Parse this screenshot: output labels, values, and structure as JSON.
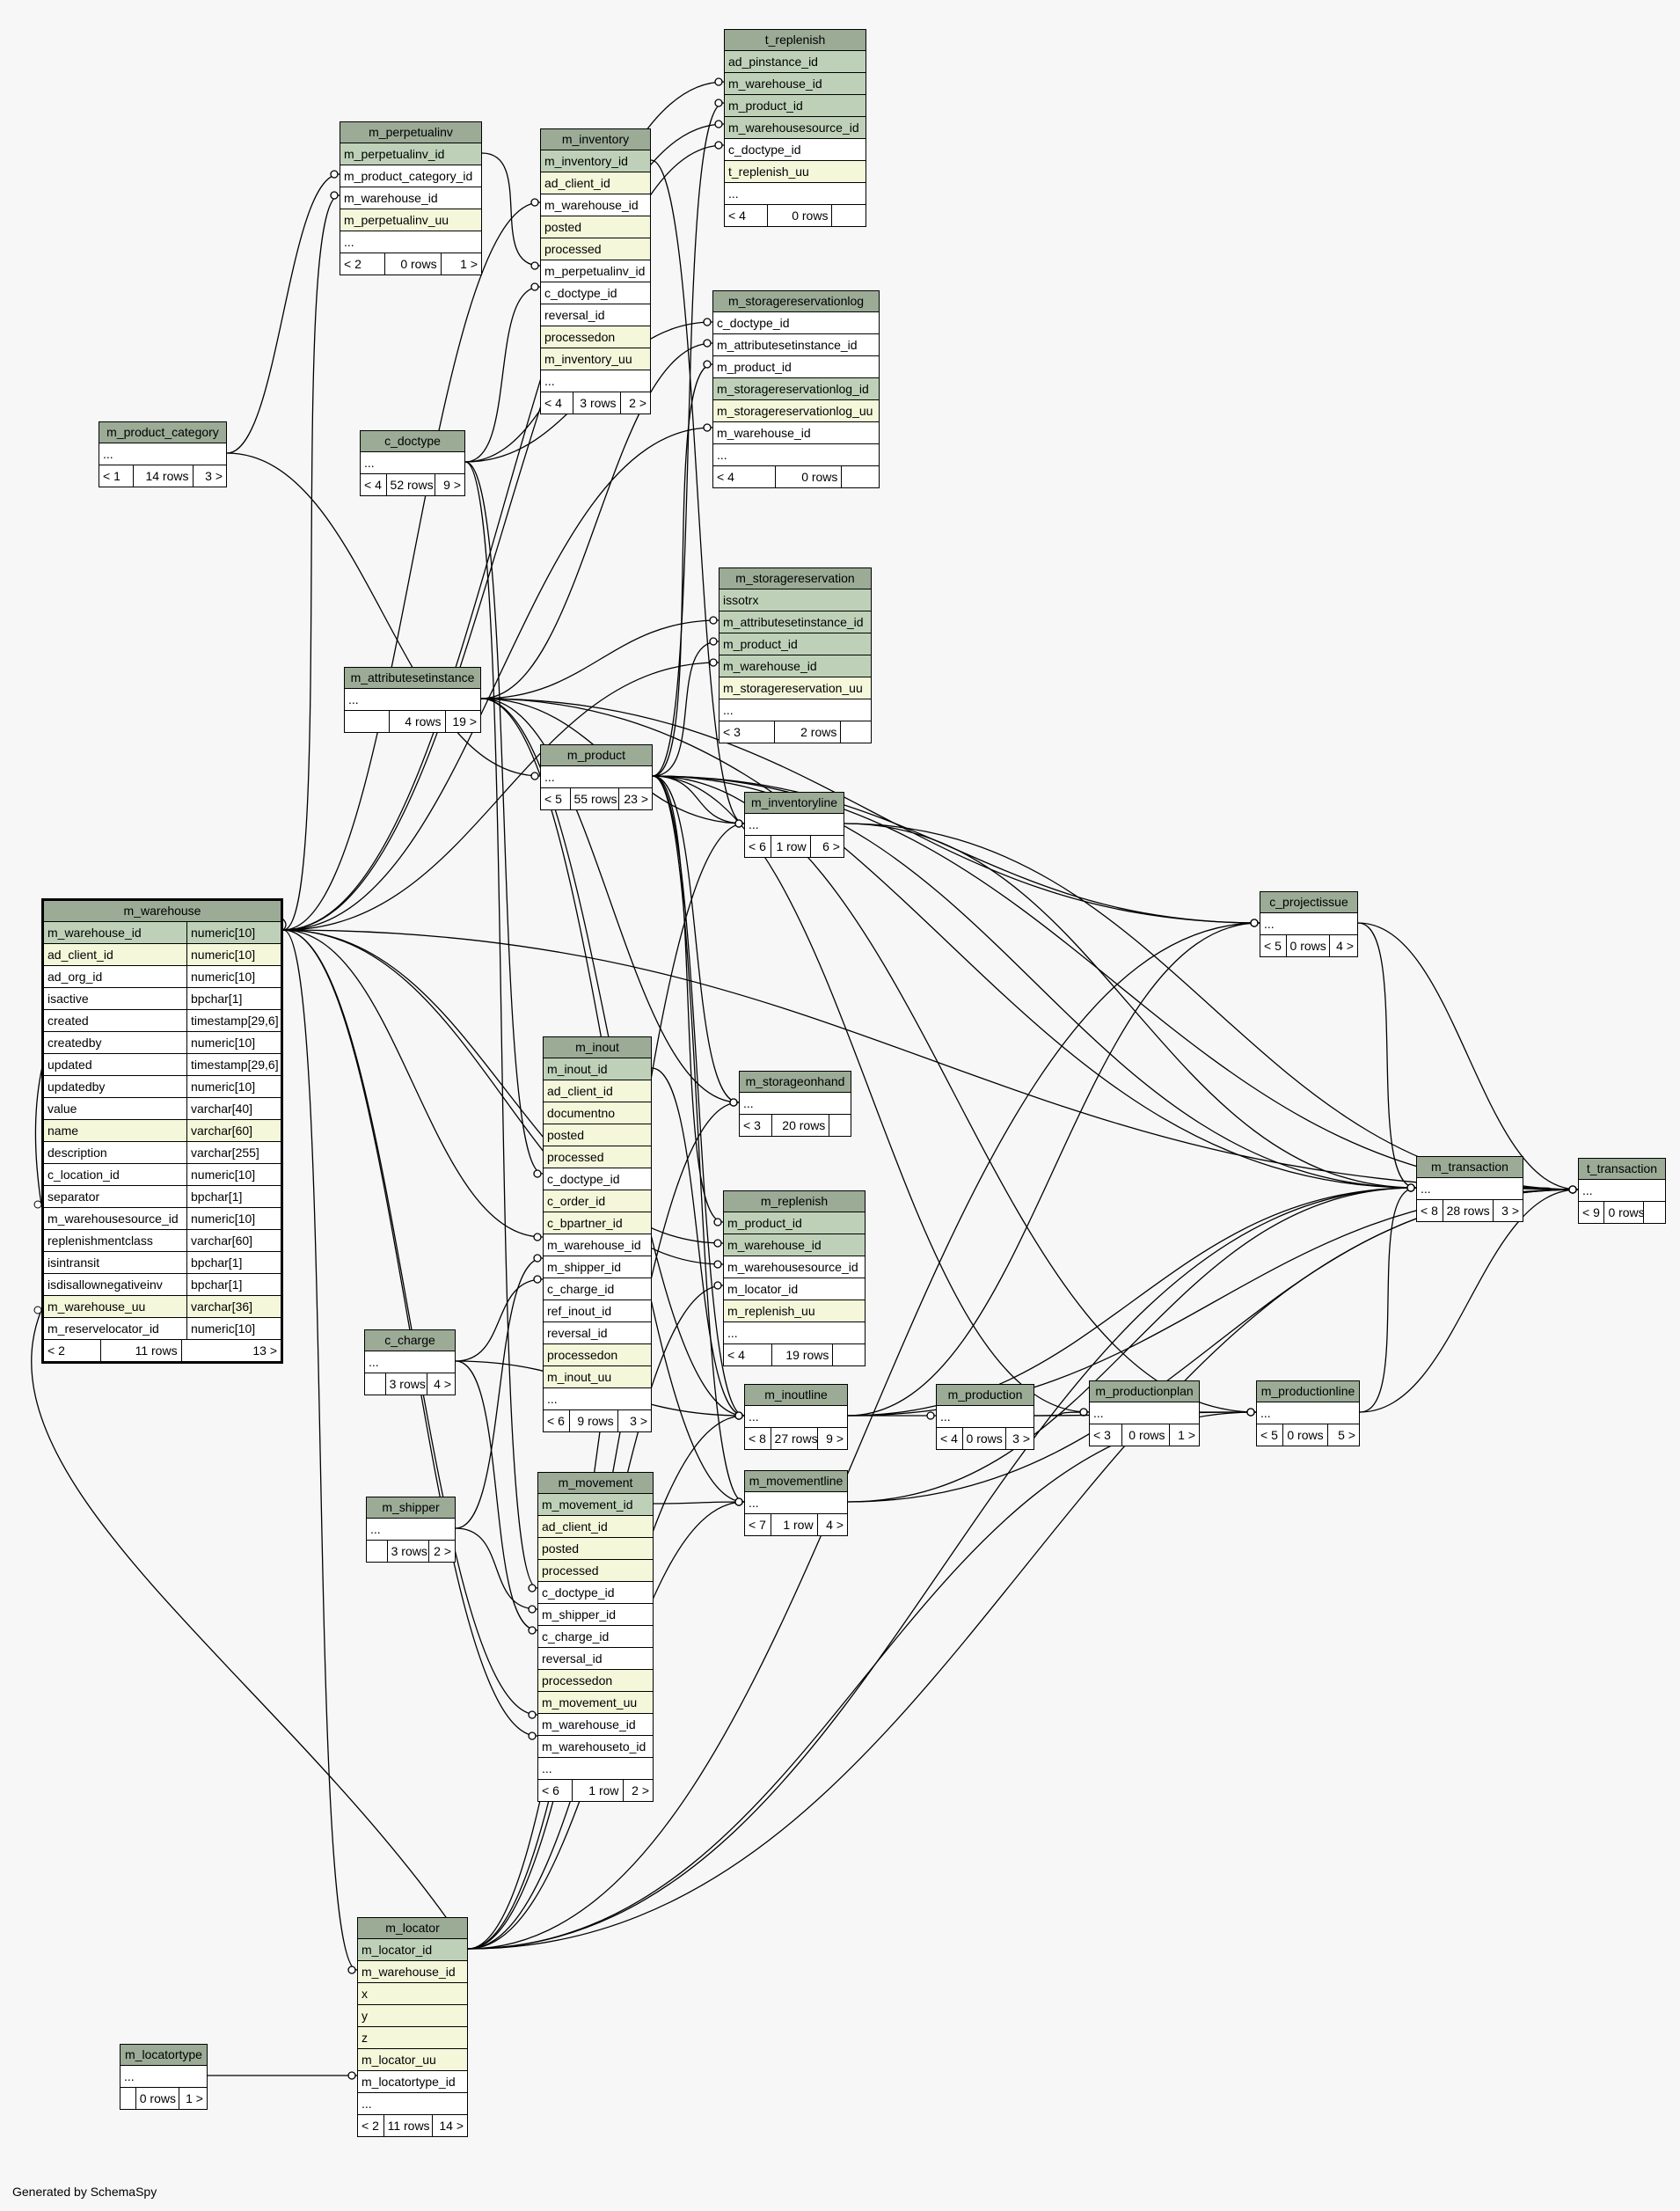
{
  "footer": "Generated by SchemaSpy",
  "colors": {
    "header": "#9bab96",
    "primary_key": "#bed1b8",
    "foreign_key": "#f4f7da",
    "background": "#f7f7f7"
  },
  "tables": {
    "t_replenish": {
      "name": "t_replenish",
      "columns": [
        "ad_pinstance_id",
        "m_warehouse_id",
        "m_product_id",
        "m_warehousesource_id",
        "c_doctype_id",
        "t_replenish_uu",
        "..."
      ],
      "footer": [
        "< 4",
        "0 rows",
        ""
      ]
    },
    "m_perpetualinv": {
      "name": "m_perpetualinv",
      "columns": [
        "m_perpetualinv_id",
        "m_product_category_id",
        "m_warehouse_id",
        "m_perpetualinv_uu",
        "..."
      ],
      "footer": [
        "< 2",
        "0 rows",
        "1 >"
      ]
    },
    "m_inventory": {
      "name": "m_inventory",
      "columns": [
        "m_inventory_id",
        "ad_client_id",
        "m_warehouse_id",
        "posted",
        "processed",
        "m_perpetualinv_id",
        "c_doctype_id",
        "reversal_id",
        "processedon",
        "m_inventory_uu",
        "..."
      ],
      "footer": [
        "< 4",
        "3 rows",
        "2 >"
      ]
    },
    "m_storagereservationlog": {
      "name": "m_storagereservationlog",
      "columns": [
        "c_doctype_id",
        "m_attributesetinstance_id",
        "m_product_id",
        "m_storagereservationlog_id",
        "m_storagereservationlog_uu",
        "m_warehouse_id",
        "..."
      ],
      "footer": [
        "< 4",
        "0 rows",
        ""
      ]
    },
    "m_product_category": {
      "name": "m_product_category",
      "columns": [
        "..."
      ],
      "footer": [
        "< 1",
        "14 rows",
        "3 >"
      ]
    },
    "c_doctype": {
      "name": "c_doctype",
      "columns": [
        "..."
      ],
      "footer": [
        "< 4",
        "52 rows",
        "9 >"
      ]
    },
    "m_storagereservation": {
      "name": "m_storagereservation",
      "columns": [
        "issotrx",
        "m_attributesetinstance_id",
        "m_product_id",
        "m_warehouse_id",
        "m_storagereservation_uu",
        "..."
      ],
      "footer": [
        "< 3",
        "2 rows",
        ""
      ]
    },
    "m_attributesetinstance": {
      "name": "m_attributesetinstance",
      "columns": [
        "..."
      ],
      "footer": [
        "",
        "4 rows",
        "19 >"
      ]
    },
    "m_product": {
      "name": "m_product",
      "columns": [
        "..."
      ],
      "footer": [
        "< 5",
        "55 rows",
        "23 >"
      ]
    },
    "m_inventoryline": {
      "name": "m_inventoryline",
      "columns": [
        "..."
      ],
      "footer": [
        "< 6",
        "1 row",
        "6 >"
      ]
    },
    "m_warehouse": {
      "name": "m_warehouse",
      "columns": [
        [
          "m_warehouse_id",
          "numeric[10]"
        ],
        [
          "ad_client_id",
          "numeric[10]"
        ],
        [
          "ad_org_id",
          "numeric[10]"
        ],
        [
          "isactive",
          "bpchar[1]"
        ],
        [
          "created",
          "timestamp[29,6]"
        ],
        [
          "createdby",
          "numeric[10]"
        ],
        [
          "updated",
          "timestamp[29,6]"
        ],
        [
          "updatedby",
          "numeric[10]"
        ],
        [
          "value",
          "varchar[40]"
        ],
        [
          "name",
          "varchar[60]"
        ],
        [
          "description",
          "varchar[255]"
        ],
        [
          "c_location_id",
          "numeric[10]"
        ],
        [
          "separator",
          "bpchar[1]"
        ],
        [
          "m_warehousesource_id",
          "numeric[10]"
        ],
        [
          "replenishmentclass",
          "varchar[60]"
        ],
        [
          "isintransit",
          "bpchar[1]"
        ],
        [
          "isdisallownegativeinv",
          "bpchar[1]"
        ],
        [
          "m_warehouse_uu",
          "varchar[36]"
        ],
        [
          "m_reservelocator_id",
          "numeric[10]"
        ]
      ],
      "footer": [
        "< 2",
        "11 rows",
        "13 >"
      ]
    },
    "c_projectissue": {
      "name": "c_projectissue",
      "columns": [
        "..."
      ],
      "footer": [
        "< 5",
        "0 rows",
        "4 >"
      ]
    },
    "m_inout": {
      "name": "m_inout",
      "columns": [
        "m_inout_id",
        "ad_client_id",
        "documentno",
        "posted",
        "processed",
        "c_doctype_id",
        "c_order_id",
        "c_bpartner_id",
        "m_warehouse_id",
        "m_shipper_id",
        "c_charge_id",
        "ref_inout_id",
        "reversal_id",
        "processedon",
        "m_inout_uu",
        "..."
      ],
      "footer": [
        "< 6",
        "9 rows",
        "3 >"
      ]
    },
    "m_storageonhand": {
      "name": "m_storageonhand",
      "columns": [
        "..."
      ],
      "footer": [
        "< 3",
        "20 rows",
        ""
      ]
    },
    "m_transaction": {
      "name": "m_transaction",
      "columns": [
        "..."
      ],
      "footer": [
        "< 8",
        "28 rows",
        "3 >"
      ]
    },
    "t_transaction": {
      "name": "t_transaction",
      "columns": [
        "..."
      ],
      "footer": [
        "< 9",
        "0 rows",
        ""
      ]
    },
    "m_replenish": {
      "name": "m_replenish",
      "columns": [
        "m_product_id",
        "m_warehouse_id",
        "m_warehousesource_id",
        "m_locator_id",
        "m_replenish_uu",
        "..."
      ],
      "footer": [
        "< 4",
        "19 rows",
        ""
      ]
    },
    "c_charge": {
      "name": "c_charge",
      "columns": [
        "..."
      ],
      "footer": [
        "",
        "3 rows",
        "4 >"
      ]
    },
    "m_inoutline": {
      "name": "m_inoutline",
      "columns": [
        "..."
      ],
      "footer": [
        "< 8",
        "27 rows",
        "9 >"
      ]
    },
    "m_production": {
      "name": "m_production",
      "columns": [
        "..."
      ],
      "footer": [
        "< 4",
        "0 rows",
        "3 >"
      ]
    },
    "m_productionplan": {
      "name": "m_productionplan",
      "columns": [
        "..."
      ],
      "footer": [
        "< 3",
        "0 rows",
        "1 >"
      ]
    },
    "m_productionline": {
      "name": "m_productionline",
      "columns": [
        "..."
      ],
      "footer": [
        "< 5",
        "0 rows",
        "5 >"
      ]
    },
    "m_shipper": {
      "name": "m_shipper",
      "columns": [
        "..."
      ],
      "footer": [
        "",
        "3 rows",
        "2 >"
      ]
    },
    "m_movement": {
      "name": "m_movement",
      "columns": [
        "m_movement_id",
        "ad_client_id",
        "posted",
        "processed",
        "c_doctype_id",
        "m_shipper_id",
        "c_charge_id",
        "reversal_id",
        "processedon",
        "m_movement_uu",
        "m_warehouse_id",
        "m_warehouseto_id",
        "..."
      ],
      "footer": [
        "< 6",
        "1 row",
        "2 >"
      ]
    },
    "m_movementline": {
      "name": "m_movementline",
      "columns": [
        "..."
      ],
      "footer": [
        "< 7",
        "1 row",
        "4 >"
      ]
    },
    "m_locator": {
      "name": "m_locator",
      "columns": [
        "m_locator_id",
        "m_warehouse_id",
        "x",
        "y",
        "z",
        "m_locator_uu",
        "m_locatortype_id",
        "..."
      ],
      "footer": [
        "< 2",
        "11 rows",
        "14 >"
      ]
    },
    "m_locatortype": {
      "name": "m_locatortype",
      "columns": [
        "..."
      ],
      "footer": [
        "",
        "0 rows",
        "1 >"
      ]
    }
  }
}
